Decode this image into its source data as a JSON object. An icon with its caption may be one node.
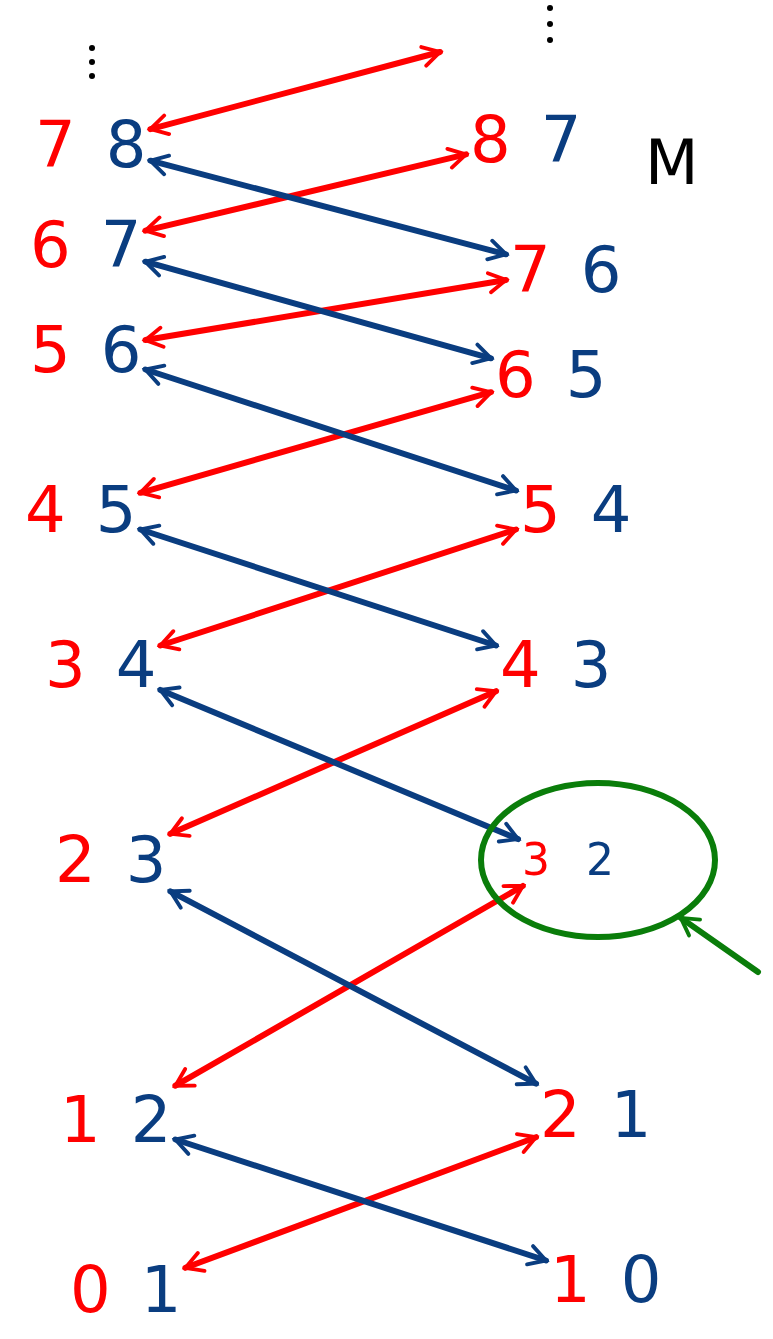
{
  "diagram": {
    "nodes": [
      {
        "text": [
          "7",
          "8"
        ]
      },
      {
        "text": [
          "8",
          "7"
        ]
      },
      {
        "text": [
          "6",
          "7"
        ]
      },
      {
        "text": [
          "7",
          "6"
        ]
      },
      {
        "text": [
          "5",
          "6"
        ]
      },
      {
        "text": [
          "6",
          "5"
        ]
      },
      {
        "text": [
          "4",
          "5"
        ]
      },
      {
        "text": [
          "5",
          "4"
        ]
      },
      {
        "text": [
          "3",
          "4"
        ]
      },
      {
        "text": [
          "4",
          "3"
        ]
      },
      {
        "text": [
          "2",
          "3"
        ]
      },
      {
        "text": [],
        "shape": "circle"
      },
      {
        "text": [
          "3",
          "2"
        ],
        "in": 11
      },
      {
        "text": [
          "1",
          "2"
        ]
      },
      {
        "text": [
          "2",
          "1"
        ]
      },
      {
        "text": [
          "0",
          "1"
        ]
      },
      {
        "text": [
          "1",
          "0"
        ]
      }
    ],
    "edges": [
      {
        "from": 0,
        "to": null,
        "arrow": "both"
      },
      {
        "from": 2,
        "to": 1,
        "arrow": "both"
      },
      {
        "from": 0,
        "to": 3,
        "arrow": "both",
        "color": "#0a3d80"
      },
      {
        "from": 4,
        "to": 3,
        "arrow": "both"
      },
      {
        "from": 2,
        "to": 5,
        "arrow": "both",
        "color": "#0a3d80"
      },
      {
        "from": 6,
        "to": 5,
        "arrow": "both"
      },
      {
        "from": 4,
        "to": 7,
        "arrow": "both",
        "color": "#0a3d80"
      },
      {
        "from": 8,
        "to": 7,
        "arrow": "both"
      },
      {
        "from": 6,
        "to": 9,
        "arrow": "both",
        "color": "#0a3d80"
      },
      {
        "from": 10,
        "to": 9,
        "arrow": "both"
      },
      {
        "from": 8,
        "to": 12,
        "arrow": "both",
        "color": "#0a3d80"
      },
      {
        "from": 13,
        "to": 12,
        "arrow": "both"
      },
      {
        "from": 10,
        "to": 14,
        "arrow": "both",
        "color": "#0a3d80"
      },
      {
        "from": 15,
        "to": 14,
        "arrow": "both"
      },
      {
        "from": 13,
        "to": 16,
        "arrow": "both",
        "color": "#0a3d80"
      },
      {
        "from": null,
        "to": 11,
        "arrow": "to",
        "color": "#0a7d0a"
      }
    ],
    "labels": [
      "M"
    ]
  }
}
